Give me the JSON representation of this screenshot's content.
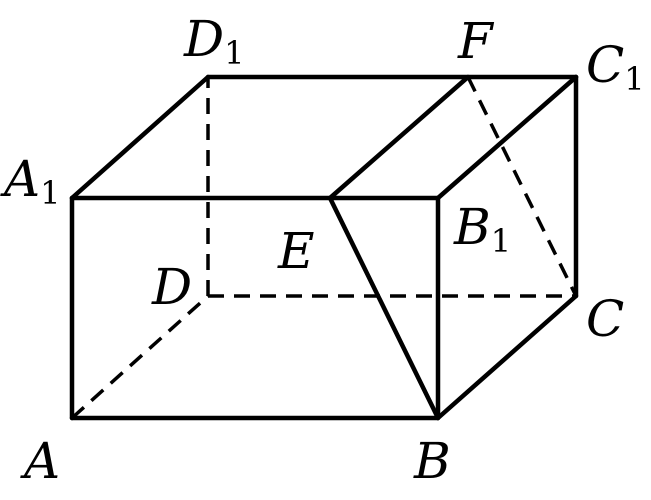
{
  "figure": {
    "vertices": {
      "A": {
        "letter": "A",
        "sub": ""
      },
      "B": {
        "letter": "B",
        "sub": ""
      },
      "C": {
        "letter": "C",
        "sub": ""
      },
      "D": {
        "letter": "D",
        "sub": ""
      },
      "A1": {
        "letter": "A",
        "sub": "1"
      },
      "B1": {
        "letter": "B",
        "sub": "1"
      },
      "C1": {
        "letter": "C",
        "sub": "1"
      },
      "D1": {
        "letter": "D",
        "sub": "1"
      },
      "E": {
        "letter": "E",
        "sub": ""
      },
      "F": {
        "letter": "F",
        "sub": ""
      }
    }
  }
}
